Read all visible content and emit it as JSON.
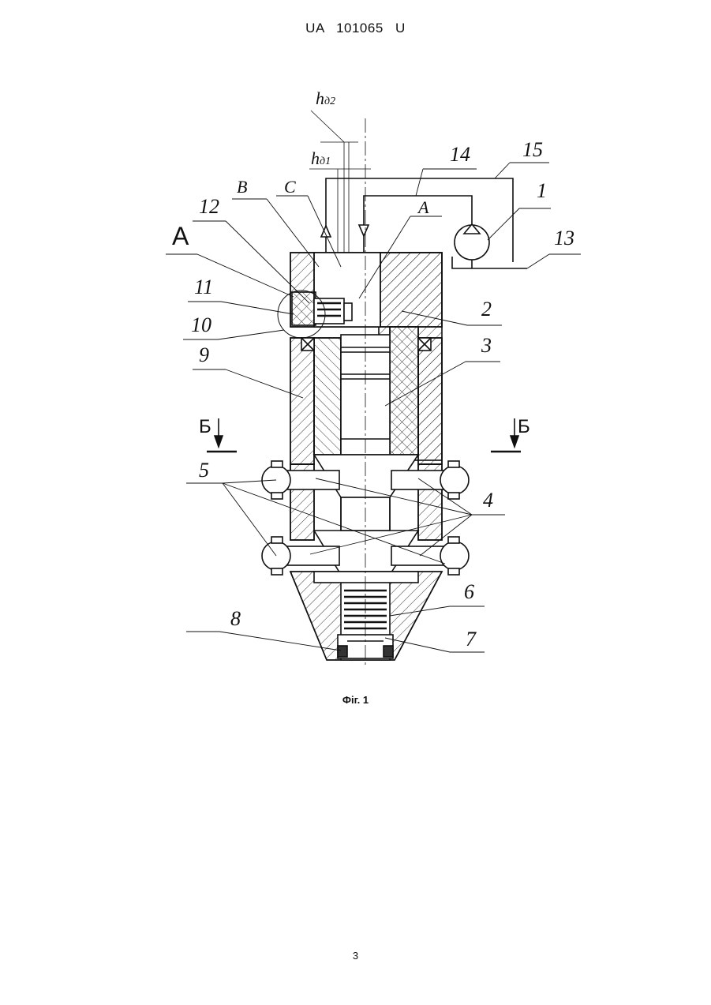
{
  "header": {
    "patent_number": "UA   101065   U"
  },
  "figure": {
    "caption": "Фіг. 1",
    "labels": {
      "l1": "1",
      "l2": "2",
      "l3": "3",
      "l4": "4",
      "l5": "5",
      "l6": "6",
      "l7": "7",
      "l8": "8",
      "l9": "9",
      "l10": "10",
      "l11": "11",
      "l12": "12",
      "l13": "13",
      "l14": "14",
      "l15": "15",
      "view_a": "А",
      "sub_a": "А",
      "sub_b": "В",
      "sub_c": "С",
      "section_b_left": "Б",
      "section_b_right": "Б",
      "h1": "h",
      "h1_sub": "д1",
      "h2": "h",
      "h2_sub": "д2"
    }
  },
  "footer": {
    "page_number": "3"
  }
}
